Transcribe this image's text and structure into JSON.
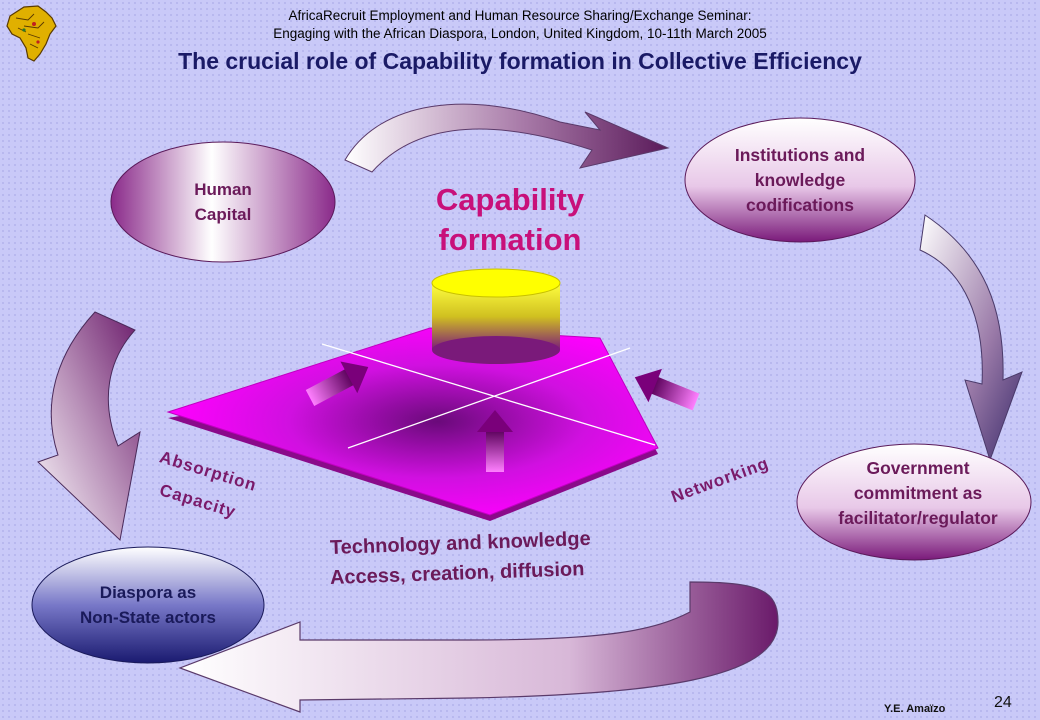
{
  "header": {
    "line1": "AfricaRecruit Employment and Human Resource Sharing/Exchange Seminar:",
    "line2": "Engaging with the African Diaspora, London, United Kingdom, 10-11th March 2005",
    "title": "The crucial role of Capability formation in Collective Efficiency"
  },
  "center": {
    "line1": "Capability",
    "line2": "formation"
  },
  "nodes": {
    "human_capital": [
      "Human",
      "Capital"
    ],
    "institutions": [
      "Institutions and",
      "knowledge",
      "codifications"
    ],
    "government": [
      "Government",
      "commitment as",
      "facilitator/regulator"
    ],
    "diaspora": [
      "Diaspora as",
      "Non-State actors"
    ]
  },
  "labels": {
    "absorption": [
      "Absorption",
      "Capacity"
    ],
    "networking": "Networking",
    "technology": [
      "Technology  and knowledge",
      "Access, creation, diffusion"
    ]
  },
  "footer": {
    "author": "Y.E. Amaïzo",
    "page": "24"
  },
  "colors": {
    "title": "#1a1a66",
    "capability": "#c8107a",
    "platform": "#ff00ff",
    "cylinder": "#ffff00"
  }
}
